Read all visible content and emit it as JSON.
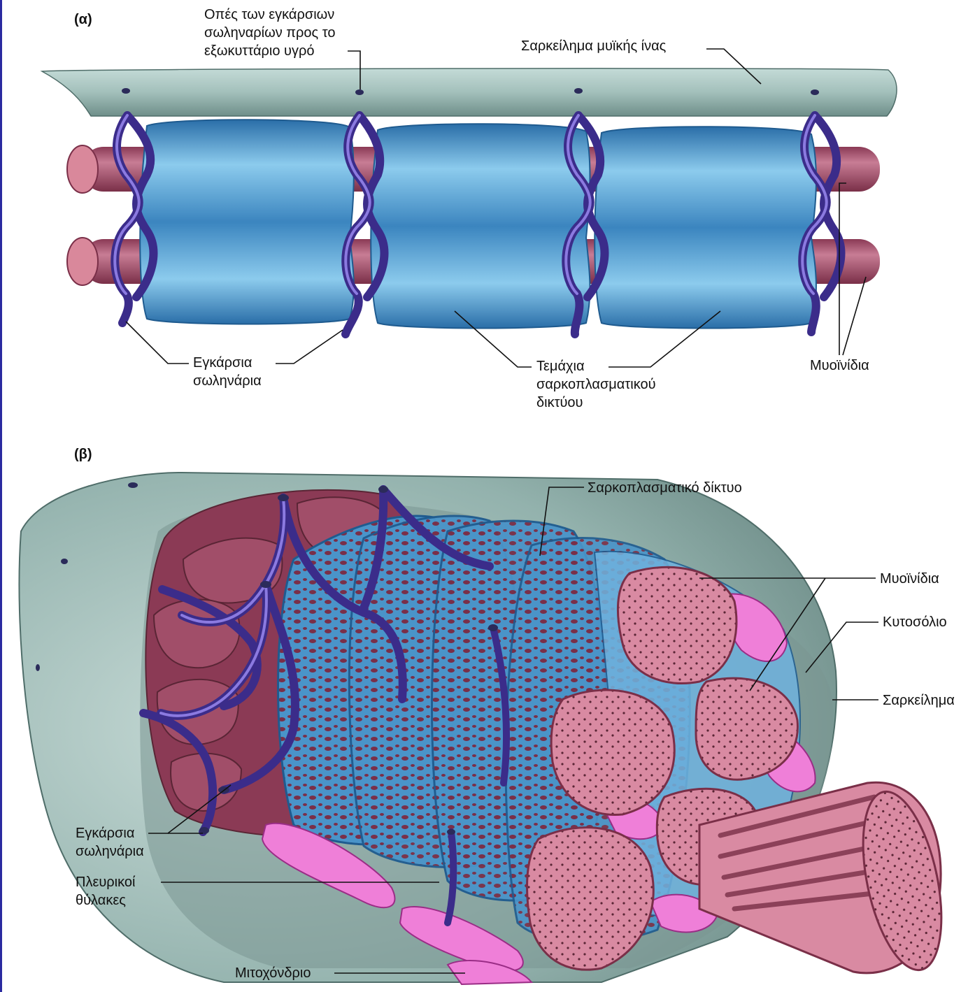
{
  "panels": {
    "a": "(α)",
    "b": "(β)"
  },
  "labels_a": {
    "openings": [
      "Οπές των εγκάρσιων",
      "σωληναρίων προς το",
      "εξωκυττάριο υγρό"
    ],
    "sarcolemma_fiber": "Σαρκείλημα μυϊκής ίνας",
    "t_tubules": [
      "Εγκάρσια",
      "σωληνάρια"
    ],
    "sr_segments": [
      "Τεμάχια",
      "σαρκοπλασματικού",
      "δικτύου"
    ],
    "myofibrils": "Μυοϊνίδια"
  },
  "labels_b": {
    "sr": "Σαρκοπλασματικό δίκτυο",
    "myofibrils": "Μυοϊνίδια",
    "cytosol": "Κυτοσόλιο",
    "sarcolemma": "Σαρκείλημα",
    "t_tubules": [
      "Εγκάρσια",
      "σωληνάρια"
    ],
    "lateral_sacs": [
      "Πλευρικοί",
      "θύλακες"
    ],
    "mitochondrion": "Μιτοχόνδριο"
  },
  "colors": {
    "sarcolemma": "#a9c5c0",
    "sarcolemma_dark": "#6f8f8a",
    "sr_blue": "#5aa6d6",
    "sr_light": "#a9d6ef",
    "myofibril": "#b0607a",
    "myofibril_end": "#d9889b",
    "t_tubule": "#5b48c2",
    "mitochondria": "#ef7fd8",
    "myofibril_section": "#d98aa2"
  }
}
